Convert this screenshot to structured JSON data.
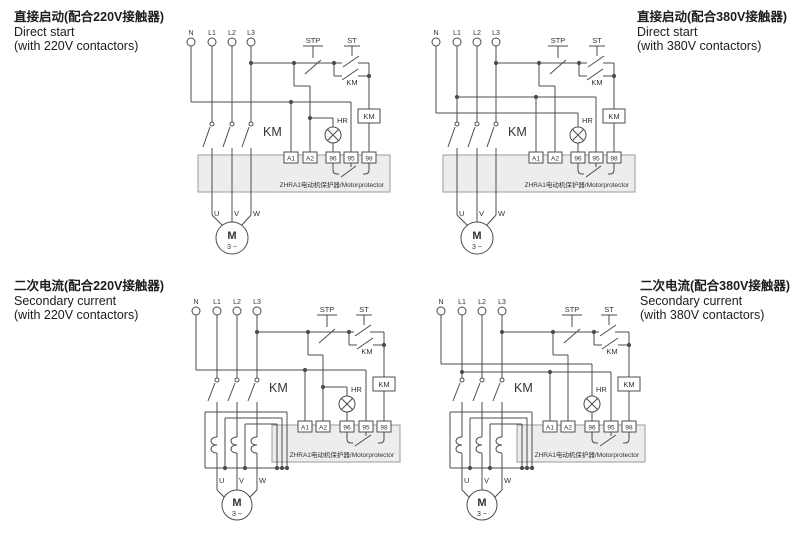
{
  "colors": {
    "wire": "#4c4c4c",
    "text": "#333333",
    "protector_fill": "#ededed",
    "protector_border": "#9b9b9b",
    "background": "#ffffff"
  },
  "labels": {
    "terminals": [
      "N",
      "L1",
      "L2",
      "L3"
    ],
    "stop_button": "STP",
    "start_button": "ST",
    "contactor": "KM",
    "indicator": "HR",
    "protector_terminals": [
      "A1",
      "A2",
      "96",
      "95",
      "98"
    ],
    "protector_name": "ZHRA1电动机保护器/Motorprotector",
    "motor_outputs": [
      "U",
      "V",
      "W"
    ],
    "motor": "M",
    "motor_phases": "3 ~"
  },
  "diagrams": [
    {
      "id": "direct-start-220v",
      "title_cn": "直接启动(配合220V接触器)",
      "title_en1": "Direct start",
      "title_en2": "(with 220V contactors)"
    },
    {
      "id": "direct-start-380v",
      "title_cn": "直接启动(配合380V接触器)",
      "title_en1": "Direct start",
      "title_en2": "(with 380V contactors)"
    },
    {
      "id": "secondary-current-220v",
      "title_cn": "二次电流(配合220V接触器)",
      "title_en1": "Secondary current",
      "title_en2": "(with 220V contactors)"
    },
    {
      "id": "secondary-current-380v",
      "title_cn": "二次电流(配合380V接触器)",
      "title_en1": "Secondary current",
      "title_en2": "(with 380V contactors)"
    }
  ]
}
